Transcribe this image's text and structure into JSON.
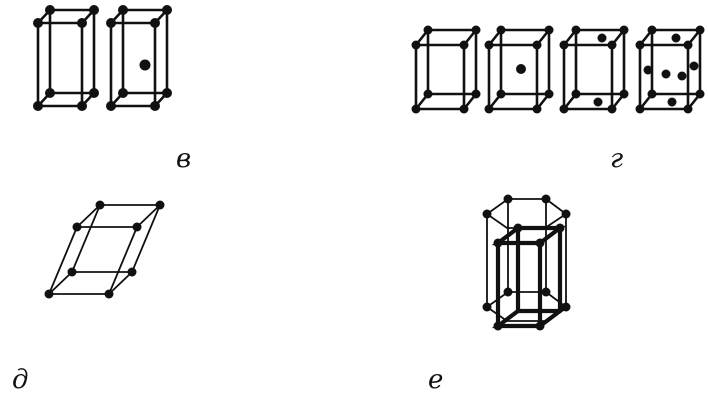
{
  "labels": {
    "v": "в",
    "g": "г",
    "d": "д",
    "e": "е"
  },
  "colors": {
    "ink": "#111111",
    "background": "#ffffff"
  }
}
